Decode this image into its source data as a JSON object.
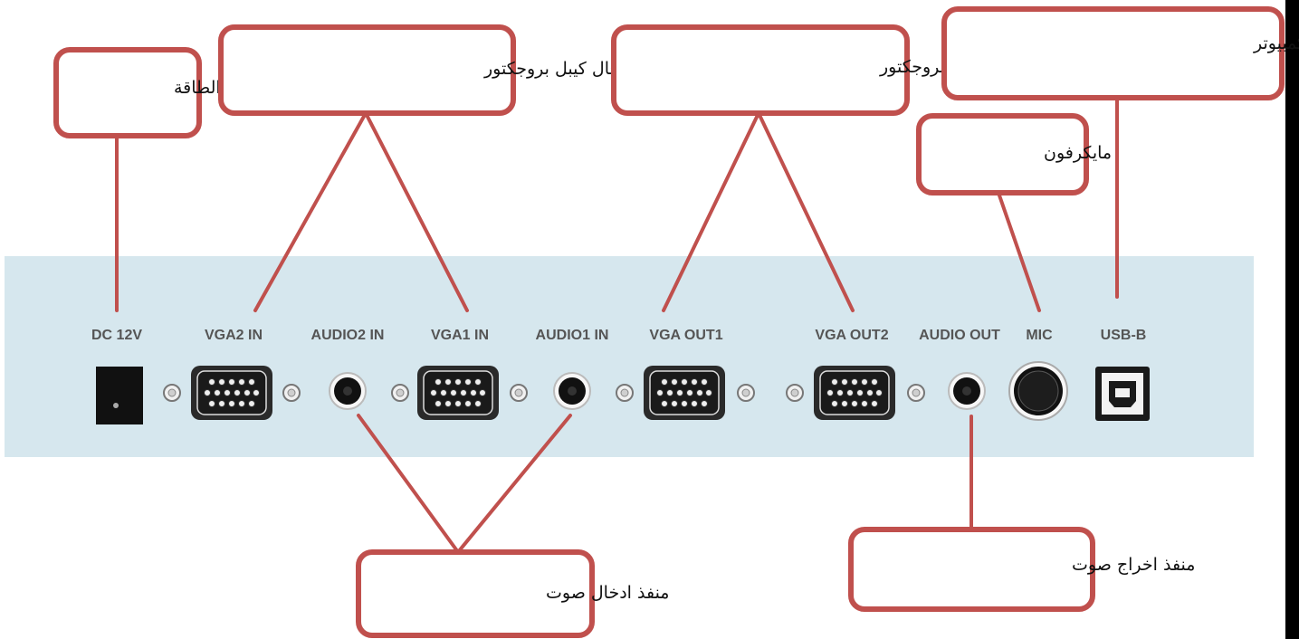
{
  "colors": {
    "panel": "#d6e7ee",
    "callout_border": "#c0504d",
    "leader_line": "#c0504d",
    "port_label": "#555555",
    "right_edge_bar": "#000000"
  },
  "port_labels": {
    "dc": "DC 12V",
    "vga2_in": "VGA2 IN",
    "audio2_in": "AUDIO2 IN",
    "vga1_in": "VGA1 IN",
    "audio1_in": "AUDIO1 IN",
    "vga_out1": "VGA OUT1",
    "vga_out2": "VGA OUT2",
    "audio_out": "AUDIO OUT",
    "mic": "MIC",
    "usb_b": "USB-B"
  },
  "callouts": {
    "power_input": "مدخل الطاقة",
    "projector_input": "منفذ ادخال كيبل بروجكتور",
    "projector_output": "منفذ اخراج كيبل بروجكتور",
    "camera_computer_extension": "التمديد بين الكاميرا والكمبيوتر",
    "microphone": "مايكرفون",
    "audio_input": "منفذ ادخال صوت",
    "audio_output": "منفذ اخراج صوت"
  },
  "icons": {
    "dc_jack": "dc-power-jack-icon",
    "vga": "vga-connector-icon",
    "audio": "audio-jack-icon",
    "mic": "microphone-jack-icon",
    "usb": "usb-b-port-icon"
  }
}
